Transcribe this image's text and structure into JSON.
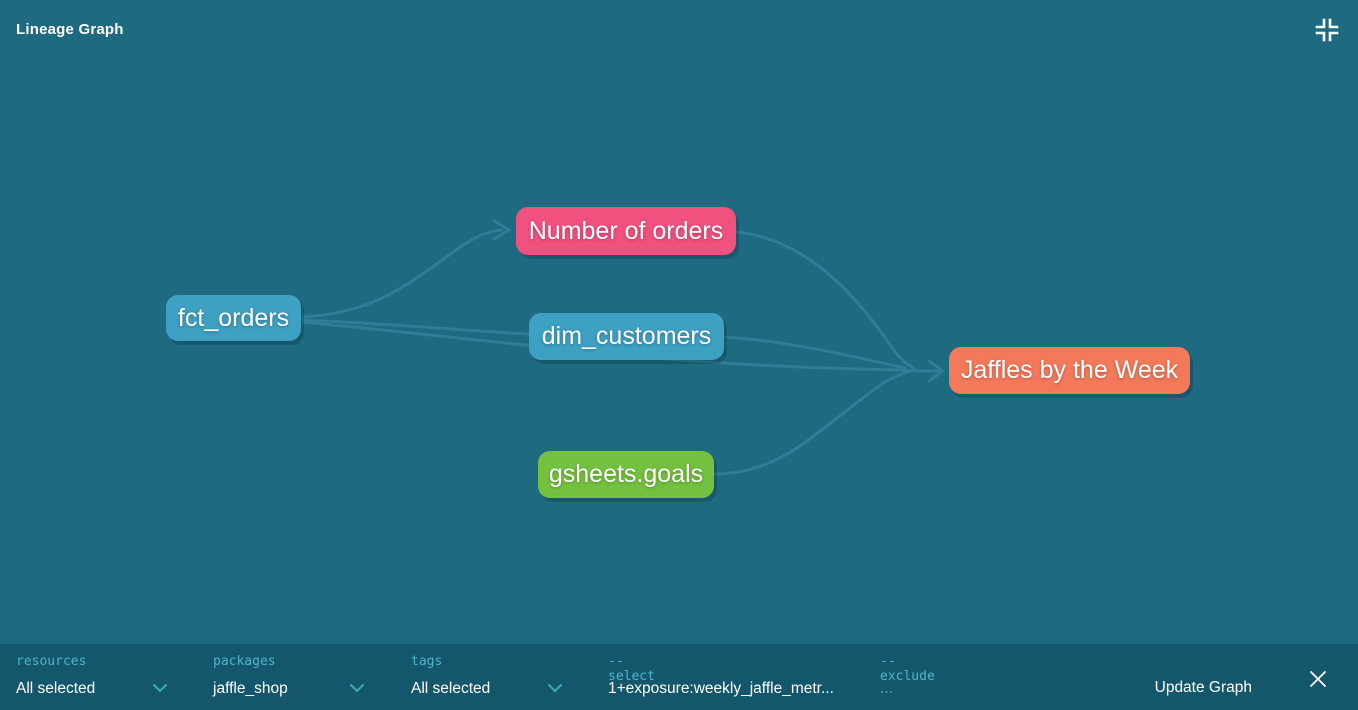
{
  "header": {
    "title": "Lineage Graph"
  },
  "graph": {
    "nodes": [
      {
        "id": "fct_orders",
        "label": "fct_orders",
        "type": "model",
        "color": "#3ea0c2"
      },
      {
        "id": "number_of_orders",
        "label": "Number of orders",
        "type": "metric",
        "color": "#f0517e"
      },
      {
        "id": "dim_customers",
        "label": "dim_customers",
        "type": "model",
        "color": "#3ea0c2"
      },
      {
        "id": "jaffles_by_the_week",
        "label": "Jaffles by the Week",
        "type": "exposure",
        "color": "#f4795b"
      },
      {
        "id": "gsheets_goals",
        "label": "gsheets.goals",
        "type": "source",
        "color": "#74c13f"
      }
    ],
    "edges": [
      {
        "from": "fct_orders",
        "to": "number_of_orders"
      },
      {
        "from": "fct_orders",
        "to": "dim_customers"
      },
      {
        "from": "fct_orders",
        "to": "jaffles_by_the_week"
      },
      {
        "from": "number_of_orders",
        "to": "jaffles_by_the_week"
      },
      {
        "from": "dim_customers",
        "to": "jaffles_by_the_week"
      },
      {
        "from": "gsheets_goals",
        "to": "jaffles_by_the_week"
      }
    ]
  },
  "toolbar": {
    "filters": [
      {
        "label": "resources",
        "value": "All selected",
        "control": "dropdown"
      },
      {
        "label": "packages",
        "value": "jaffle_shop",
        "control": "dropdown"
      },
      {
        "label": "tags",
        "value": "All selected",
        "control": "dropdown"
      },
      {
        "label": "--select",
        "value": "1+exposure:weekly_jaffle_metr...",
        "control": "text"
      },
      {
        "label": "--exclude",
        "value": "...",
        "control": "text"
      }
    ],
    "update_button_label": "Update Graph"
  },
  "icons": {
    "header_right": "collapse-icon",
    "filter_dropdowns": "chevron-down-icon",
    "toolbar_right": "close-icon"
  },
  "colors": {
    "background": "#1e6a80",
    "toolbar_background": "#14576d",
    "edge": "#2e7e96",
    "accent_teal": "#4db6c1",
    "node_model": "#3ea0c2",
    "node_metric": "#f0517e",
    "node_exposure": "#f4795b",
    "node_source": "#74c13f",
    "text": "#ffffff"
  }
}
